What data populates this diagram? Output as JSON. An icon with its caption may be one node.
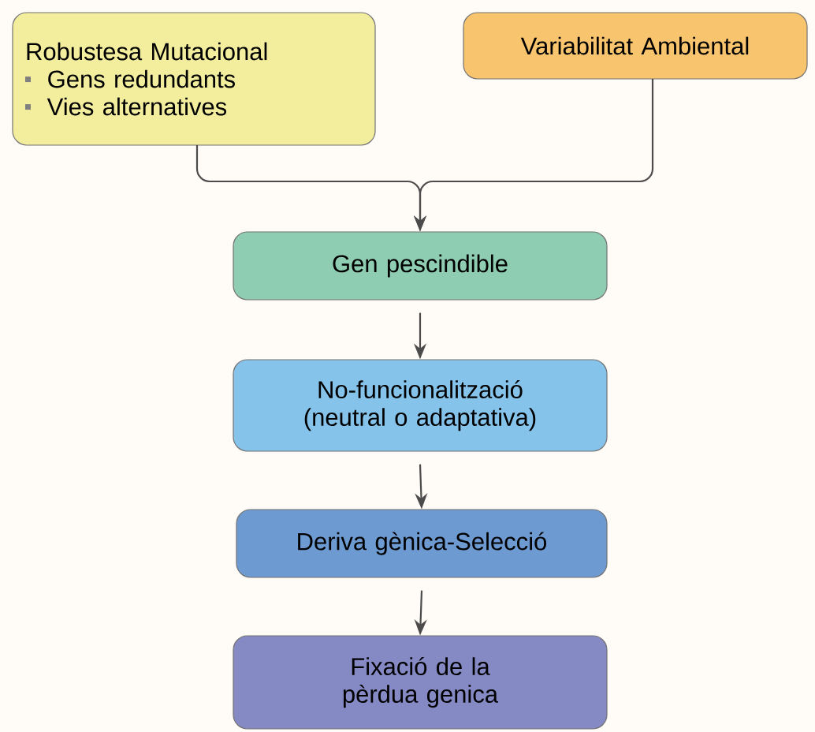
{
  "diagram": {
    "nodes": [
      {
        "text": [
          "Robustesa Mutacional",
          "Gens redundants",
          "Vies alternatives"
        ]
      },
      {
        "text": [
          "Variabilitat Ambiental"
        ]
      },
      {
        "text": [
          "Gen pescindible"
        ]
      },
      {
        "text": [
          "No-funcionalització (neutral o adaptativa)"
        ]
      },
      {
        "text": [
          "Deriva gènica-Selecció"
        ]
      },
      {
        "text": [
          "Fixació de la pèrdua genica"
        ]
      }
    ],
    "edges": [
      {
        "from": 0,
        "to": 2,
        "arrow": "to"
      },
      {
        "from": 1,
        "to": 2,
        "arrow": "to"
      },
      {
        "from": 2,
        "to": 3,
        "arrow": "to"
      },
      {
        "from": 3,
        "to": 4,
        "arrow": "to"
      },
      {
        "from": 4,
        "to": 5,
        "arrow": "to"
      }
    ]
  }
}
